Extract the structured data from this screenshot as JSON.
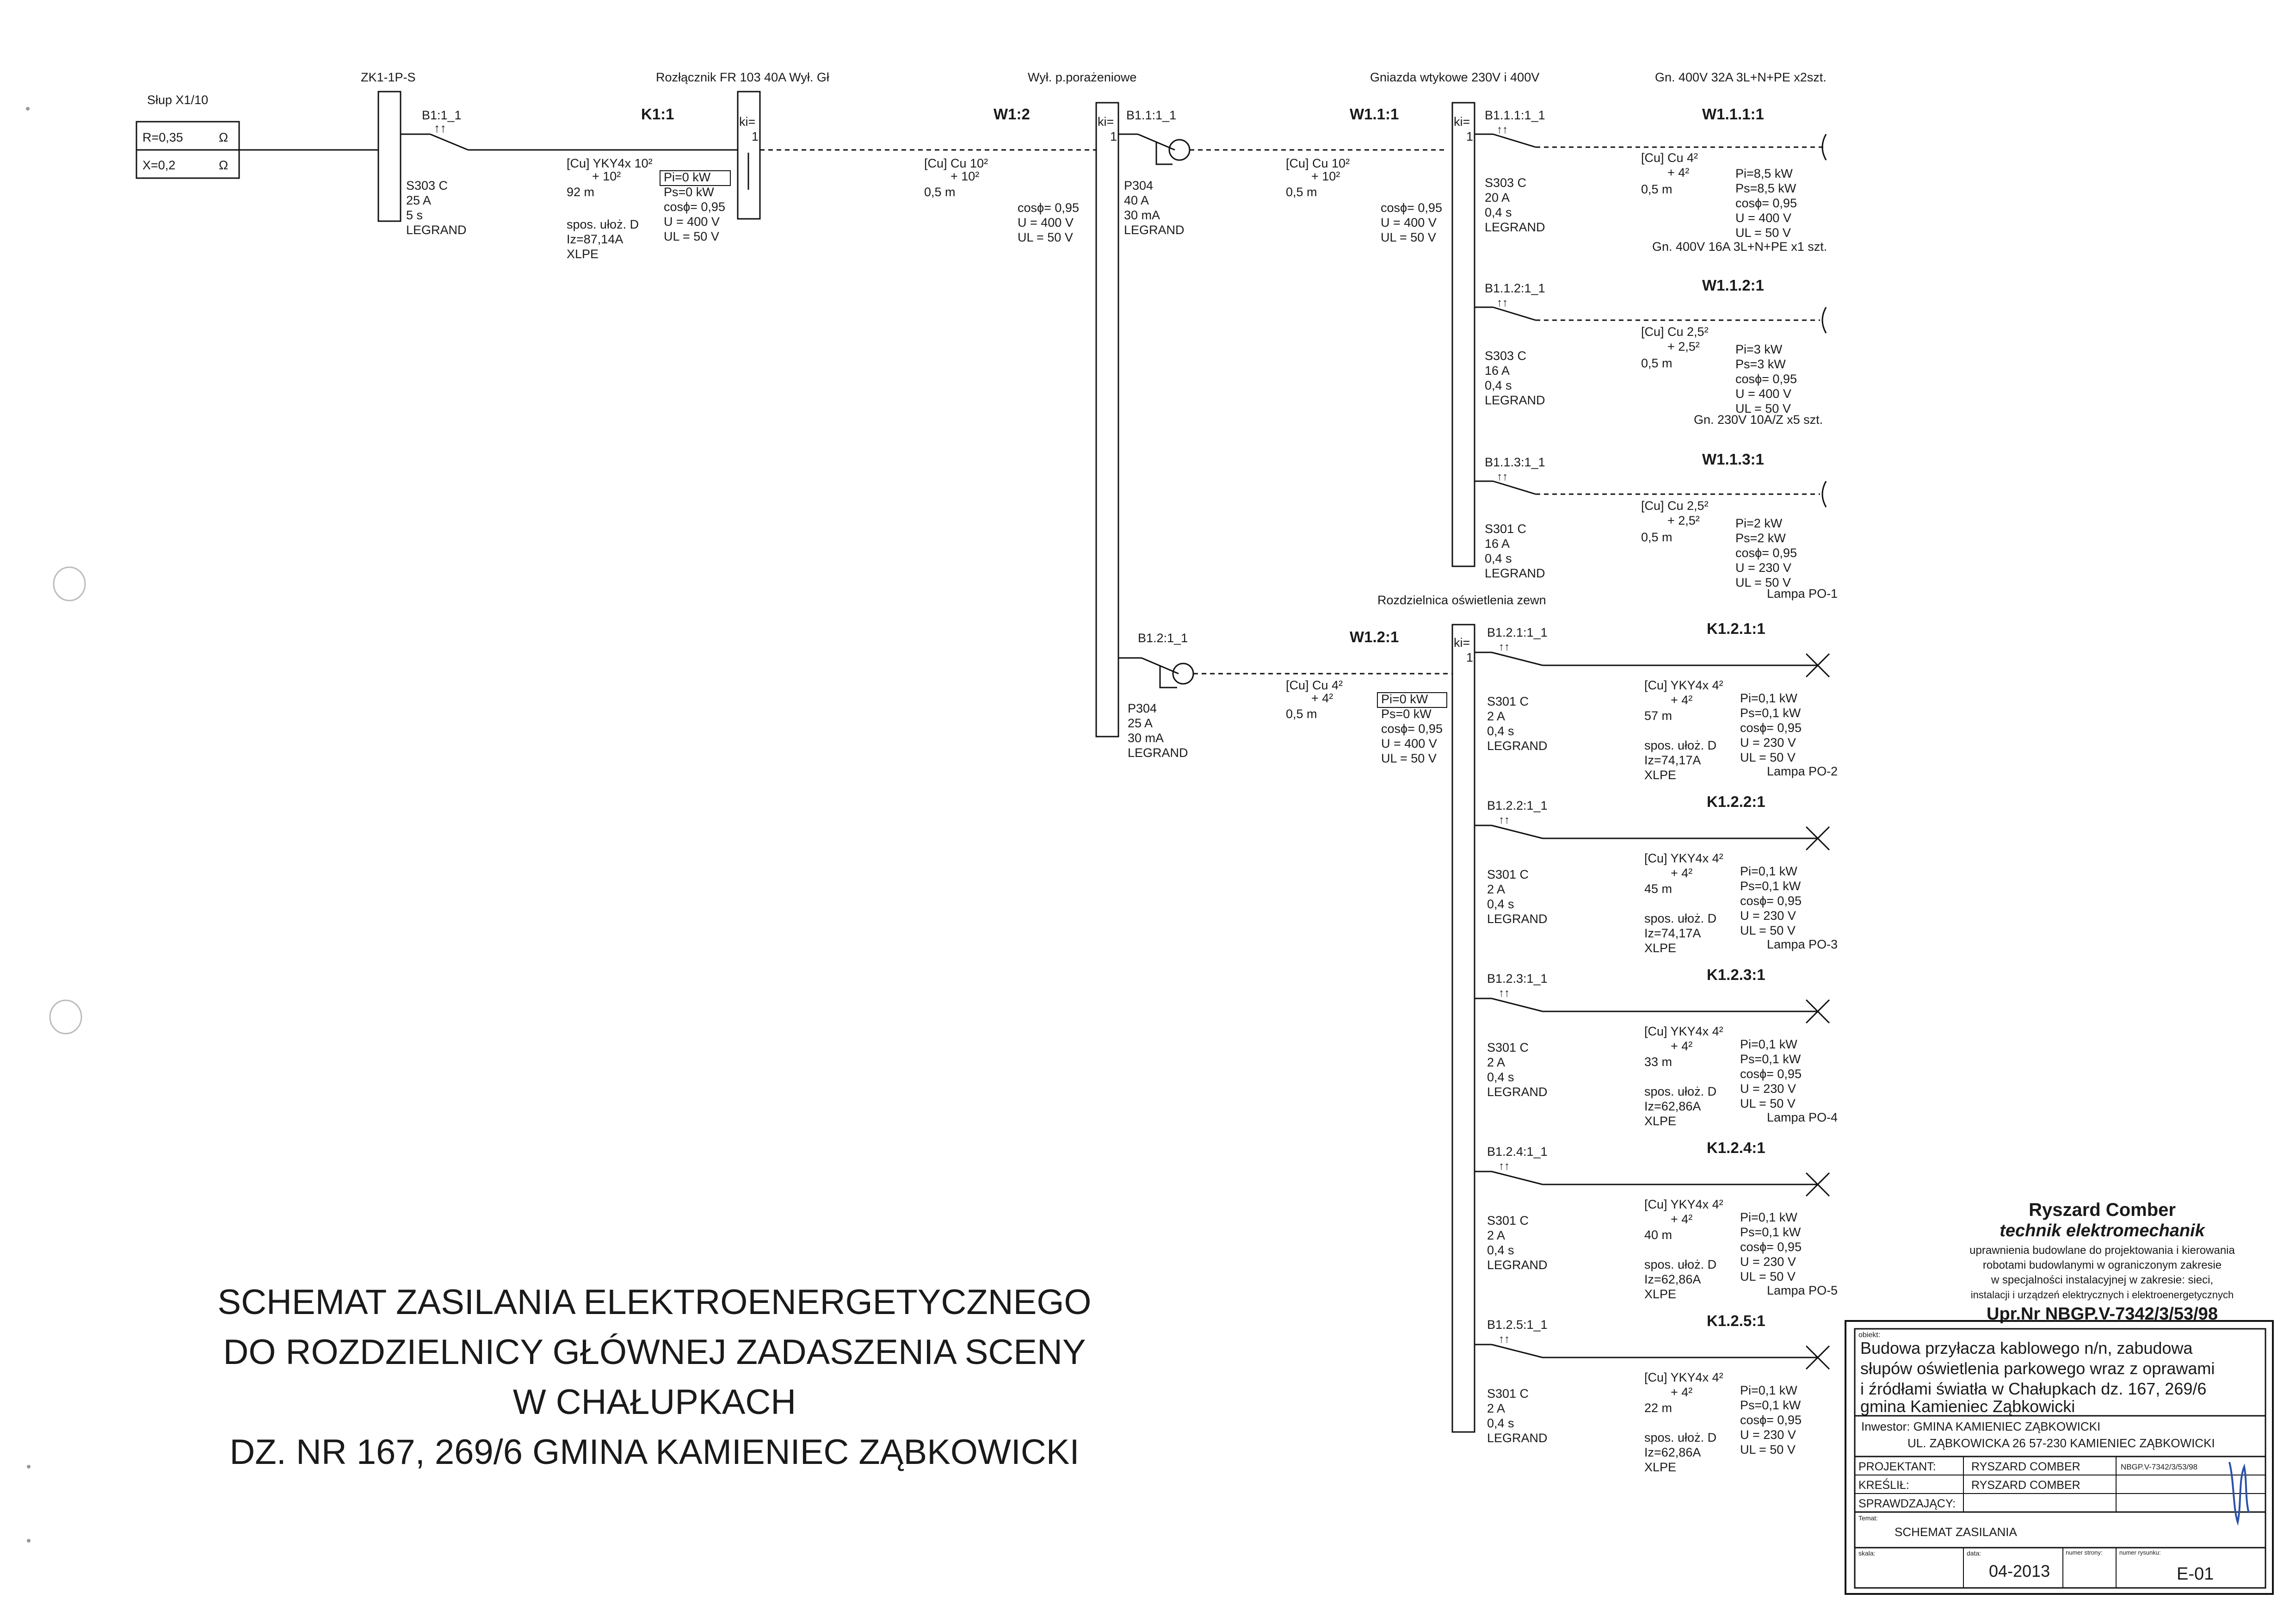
{
  "source": {
    "title": "Słup X1/10",
    "r_label": "R=0,35",
    "x_label": "X=0,2",
    "ohm": "Ω"
  },
  "zk": {
    "title": "ZK1-1P-S",
    "breaker_id": "B1:1_1",
    "breaker_spec": [
      "S303 C",
      "25 A",
      "5 s",
      "LEGRAND"
    ]
  },
  "k1": {
    "label": "K1:1",
    "switch_title": "Rozłącznik FR 103 40A Wył. Gł",
    "cable": [
      "[Cu] YKY4x 10²",
      "+ 10²",
      "92 m",
      "",
      "spos. ułoż. D",
      "Iz=87,14A",
      "XLPE"
    ],
    "params": [
      "Pi=0 kW",
      "Ps=0 kW",
      "cosϕ= 0,95",
      "U = 400 V",
      "UL = 50 V"
    ],
    "ki": "ki=",
    "one": "1"
  },
  "w12": {
    "label": "W1:2",
    "cable": [
      "[Cu] Cu 10²",
      "+ 10²",
      "0,5 m"
    ],
    "params": [
      "cosϕ= 0,95",
      "U = 400 V",
      "UL = 50 V"
    ],
    "title": "Wył. p.porażeniowe",
    "ki": "ki=",
    "one": "1"
  },
  "b11": {
    "id": "B1.1:1_1",
    "spec": [
      "P304",
      "40 A",
      "30 mA",
      "LEGRAND"
    ]
  },
  "w111": {
    "label": "W1.1:1",
    "cable": [
      "[Cu] Cu 10²",
      "+ 10²",
      "0,5 m"
    ],
    "params": [
      "cosϕ= 0,95",
      "U = 400 V",
      "UL = 50 V"
    ],
    "title": "Gniazda wtykowe 230V i 400V",
    "ki": "ki=",
    "one": "1"
  },
  "b12": {
    "id": "B1.2:1_1",
    "spec": [
      "P304",
      "25 A",
      "30 mA",
      "LEGRAND"
    ]
  },
  "w121": {
    "label": "W1.2:1",
    "cable": [
      "[Cu] Cu 4²",
      "+ 4²",
      "0,5 m"
    ],
    "params": [
      "Pi=0 kW",
      "Ps=0 kW",
      "cosϕ= 0,95",
      "U = 400 V",
      "UL = 50 V"
    ],
    "title": "Rozdzielnica oświetlenia zewn",
    "ki": "ki=",
    "one": "1"
  },
  "socket_circuits": [
    {
      "header": "Gn. 400V 32A 3L+N+PE x2szt.",
      "label": "W1.1.1:1",
      "breaker_id": "B1.1.1:1_1",
      "breaker_spec": [
        "S303 C",
        "20 A",
        "0,4 s",
        "LEGRAND"
      ],
      "cable": [
        "[Cu] Cu 4²",
        "+ 4²",
        "0,5 m"
      ],
      "params": [
        "Pi=8,5 kW",
        "Ps=8,5 kW",
        "cosϕ= 0,95",
        "U = 400 V",
        "UL = 50 V"
      ]
    },
    {
      "header": "Gn. 400V 16A 3L+N+PE x1 szt.",
      "label": "W1.1.2:1",
      "breaker_id": "B1.1.2:1_1",
      "breaker_spec": [
        "S303 C",
        "16 A",
        "0,4 s",
        "LEGRAND"
      ],
      "cable": [
        "[Cu] Cu 2,5²",
        "+ 2,5²",
        "0,5 m"
      ],
      "params": [
        "Pi=3 kW",
        "Ps=3 kW",
        "cosϕ= 0,95",
        "U = 400 V",
        "UL = 50 V"
      ]
    },
    {
      "header": "Gn. 230V 10A/Z  x5 szt.",
      "label": "W1.1.3:1",
      "breaker_id": "B1.1.3:1_1",
      "breaker_spec": [
        "S301 C",
        "16 A",
        "0,4 s",
        "LEGRAND"
      ],
      "cable": [
        "[Cu] Cu 2,5²",
        "+ 2,5²",
        "0,5 m"
      ],
      "params": [
        "Pi=2 kW",
        "Ps=2 kW",
        "cosϕ= 0,95",
        "U = 230 V",
        "UL = 50 V"
      ]
    }
  ],
  "lamp_circuits": [
    {
      "label": "K1.2.1:1",
      "breaker_id": "B1.2.1:1_1",
      "lamp": "Lampa PO-1",
      "breaker_spec": [
        "S301 C",
        "2 A",
        "0,4 s",
        "LEGRAND"
      ],
      "cable": [
        "[Cu] YKY4x 4²",
        "+ 4²",
        "57 m",
        "",
        "spos. ułoż. D",
        "Iz=74,17A",
        "XLPE"
      ],
      "params": [
        "Pi=0,1 kW",
        "Ps=0,1 kW",
        "cosϕ= 0,95",
        "U = 230 V",
        "UL = 50 V"
      ]
    },
    {
      "label": "K1.2.2:1",
      "breaker_id": "B1.2.2:1_1",
      "lamp": "Lampa PO-2",
      "breaker_spec": [
        "S301 C",
        "2 A",
        "0,4 s",
        "LEGRAND"
      ],
      "cable": [
        "[Cu] YKY4x 4²",
        "+ 4²",
        "45 m",
        "",
        "spos. ułoż. D",
        "Iz=74,17A",
        "XLPE"
      ],
      "params": [
        "Pi=0,1 kW",
        "Ps=0,1 kW",
        "cosϕ= 0,95",
        "U = 230 V",
        "UL = 50 V"
      ]
    },
    {
      "label": "K1.2.3:1",
      "breaker_id": "B1.2.3:1_1",
      "lamp": "Lampa PO-3",
      "breaker_spec": [
        "S301 C",
        "2 A",
        "0,4 s",
        "LEGRAND"
      ],
      "cable": [
        "[Cu] YKY4x 4²",
        "+ 4²",
        "33 m",
        "",
        "spos. ułoż. D",
        "Iz=62,86A",
        "XLPE"
      ],
      "params": [
        "Pi=0,1 kW",
        "Ps=0,1 kW",
        "cosϕ= 0,95",
        "U = 230 V",
        "UL = 50 V"
      ]
    },
    {
      "label": "K1.2.4:1",
      "breaker_id": "B1.2.4:1_1",
      "lamp": "Lampa PO-4",
      "breaker_spec": [
        "S301 C",
        "2 A",
        "0,4 s",
        "LEGRAND"
      ],
      "cable": [
        "[Cu] YKY4x 4²",
        "+ 4²",
        "40 m",
        "",
        "spos. ułoż. D",
        "Iz=62,86A",
        "XLPE"
      ],
      "params": [
        "Pi=0,1 kW",
        "Ps=0,1 kW",
        "cosϕ= 0,95",
        "U = 230 V",
        "UL = 50 V"
      ]
    },
    {
      "label": "K1.2.5:1",
      "breaker_id": "B1.2.5:1_1",
      "lamp": "Lampa PO-5",
      "breaker_spec": [
        "S301 C",
        "2 A",
        "0,4 s",
        "LEGRAND"
      ],
      "cable": [
        "[Cu] YKY4x 4²",
        "+ 4²",
        "22 m",
        "",
        "spos. ułoż. D",
        "Iz=62,86A",
        "XLPE"
      ],
      "params": [
        "Pi=0,1 kW",
        "Ps=0,1 kW",
        "cosϕ= 0,95",
        "U = 230 V",
        "UL = 50 V"
      ]
    }
  ],
  "main_title": [
    "SCHEMAT ZASILANIA ELEKTROENERGETYCZNEGO",
    "DO ROZDZIELNICY GŁÓWNEJ ZADASZENIA  SCENY",
    "W CHAŁUPKACH",
    "DZ. NR 167, 269/6 GMINA KAMIENIEC ZĄBKOWICKI"
  ],
  "stamp": [
    "Ryszard Comber",
    "technik elektromechanik",
    "uprawnienia budowlane do projektowania i kierowania",
    "robotami budowlanymi w ograniczonym zakresie",
    "w specjalności instalacyjnej w zakresie: sieci,",
    "instalacji i urządzeń elektrycznych i elektroenergetycznych",
    "Upr.Nr NBGP.V-7342/3/53/98"
  ],
  "title_block": {
    "object_small": "obiekt:",
    "object_lines": [
      "Budowa przyłacza kablowego n/n, zabudowa",
      "słupów oświetlenia parkowego wraz z oprawami",
      "i źródłami światła  w Chałupkach  dz. 167, 269/6",
      "gmina Kamieniec Ząbkowicki"
    ],
    "investor_lines": [
      "Inwestor: GMINA KAMIENIEC ZĄBKOWICKI",
      "UL. ZĄBKOWICKA 26  57-230 KAMIENIEC ZĄBKOWICKI"
    ],
    "projektant_label": "PROJEKTANT:",
    "projektant_name": "RYSZARD COMBER",
    "projektant_nr": "NBGP.V-7342/3/53/98",
    "kreslil_label": "KREŚLIŁ:",
    "kreslil_name": "RYSZARD COMBER",
    "sprawdzajacy_label": "SPRAWDZAJĄCY:",
    "temat_small": "Temat:",
    "temat": "SCHEMAT ZASILANIA",
    "skala_small": "skala:",
    "data_small": "data:",
    "data": "04-2013",
    "nr_strony_small": "numer strony:",
    "nr_rys_small": "numer rysunku:",
    "nr_rys": "E-01"
  }
}
